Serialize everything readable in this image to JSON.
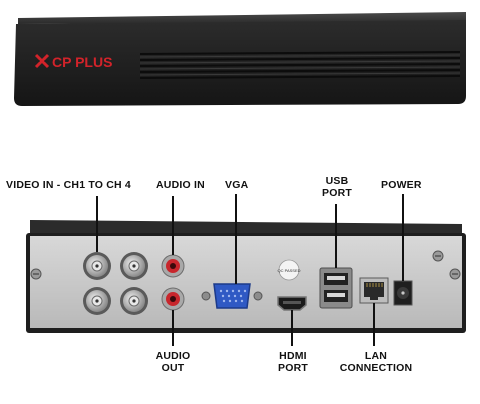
{
  "product": {
    "brand": "CP PLUS",
    "brand_color": "#d2232a"
  },
  "rear_panel": {
    "sticker": "QC PASSED"
  },
  "labels": {
    "video_in": "VIDEO IN - CH1 TO CH 4",
    "audio_in": "AUDIO IN",
    "vga": "VGA",
    "usb_port_line1": "USB",
    "usb_port_line2": "PORT",
    "power": "POWER",
    "audio_out_line1": "AUDIO",
    "audio_out_line2": "OUT",
    "hdmi_port_line1": "HDMI",
    "hdmi_port_line2": "PORT",
    "lan_line1": "LAN",
    "lan_line2": "CONNECTION"
  }
}
